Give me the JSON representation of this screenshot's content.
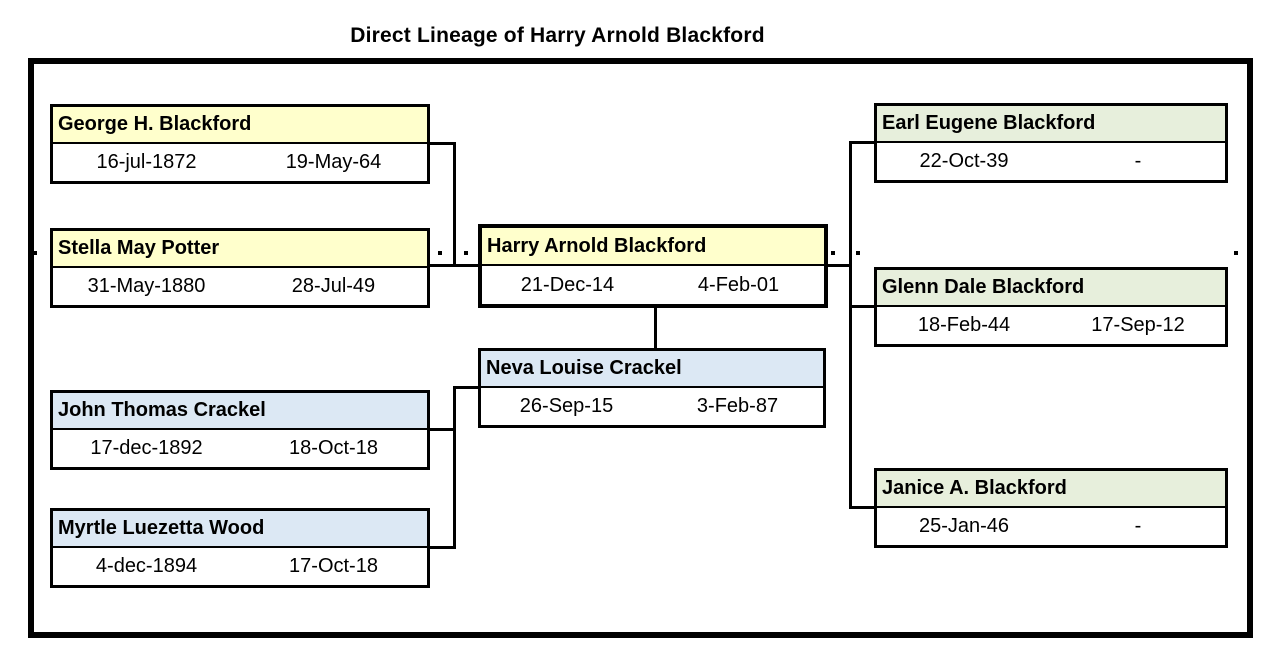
{
  "title": "Direct Lineage of Harry Arnold Blackford",
  "colors": {
    "paternal_header": "#FFFFCC",
    "maternal_header": "#DCE8F4",
    "children_header": "#E7EFDC",
    "line": "#000000",
    "background": "#FFFFFF"
  },
  "people": {
    "george": {
      "name": "George H. Blackford",
      "birth": "16-jul-1872",
      "death": "19-May-64"
    },
    "stella": {
      "name": "Stella May Potter",
      "birth": "31-May-1880",
      "death": "28-Jul-49"
    },
    "john": {
      "name": "John Thomas Crackel",
      "birth": "17-dec-1892",
      "death": "18-Oct-18"
    },
    "myrtle": {
      "name": "Myrtle Luezetta Wood",
      "birth": "4-dec-1894",
      "death": "17-Oct-18"
    },
    "harry": {
      "name": "Harry Arnold Blackford",
      "birth": "21-Dec-14",
      "death": "4-Feb-01"
    },
    "neva": {
      "name": "Neva Louise Crackel",
      "birth": "26-Sep-15",
      "death": "3-Feb-87"
    },
    "earl": {
      "name": "Earl Eugene Blackford",
      "birth": "22-Oct-39",
      "death": "-"
    },
    "glenn": {
      "name": "Glenn Dale Blackford",
      "birth": "18-Feb-44",
      "death": "17-Sep-12"
    },
    "janice": {
      "name": "Janice A. Blackford",
      "birth": "25-Jan-46",
      "death": "-"
    }
  }
}
